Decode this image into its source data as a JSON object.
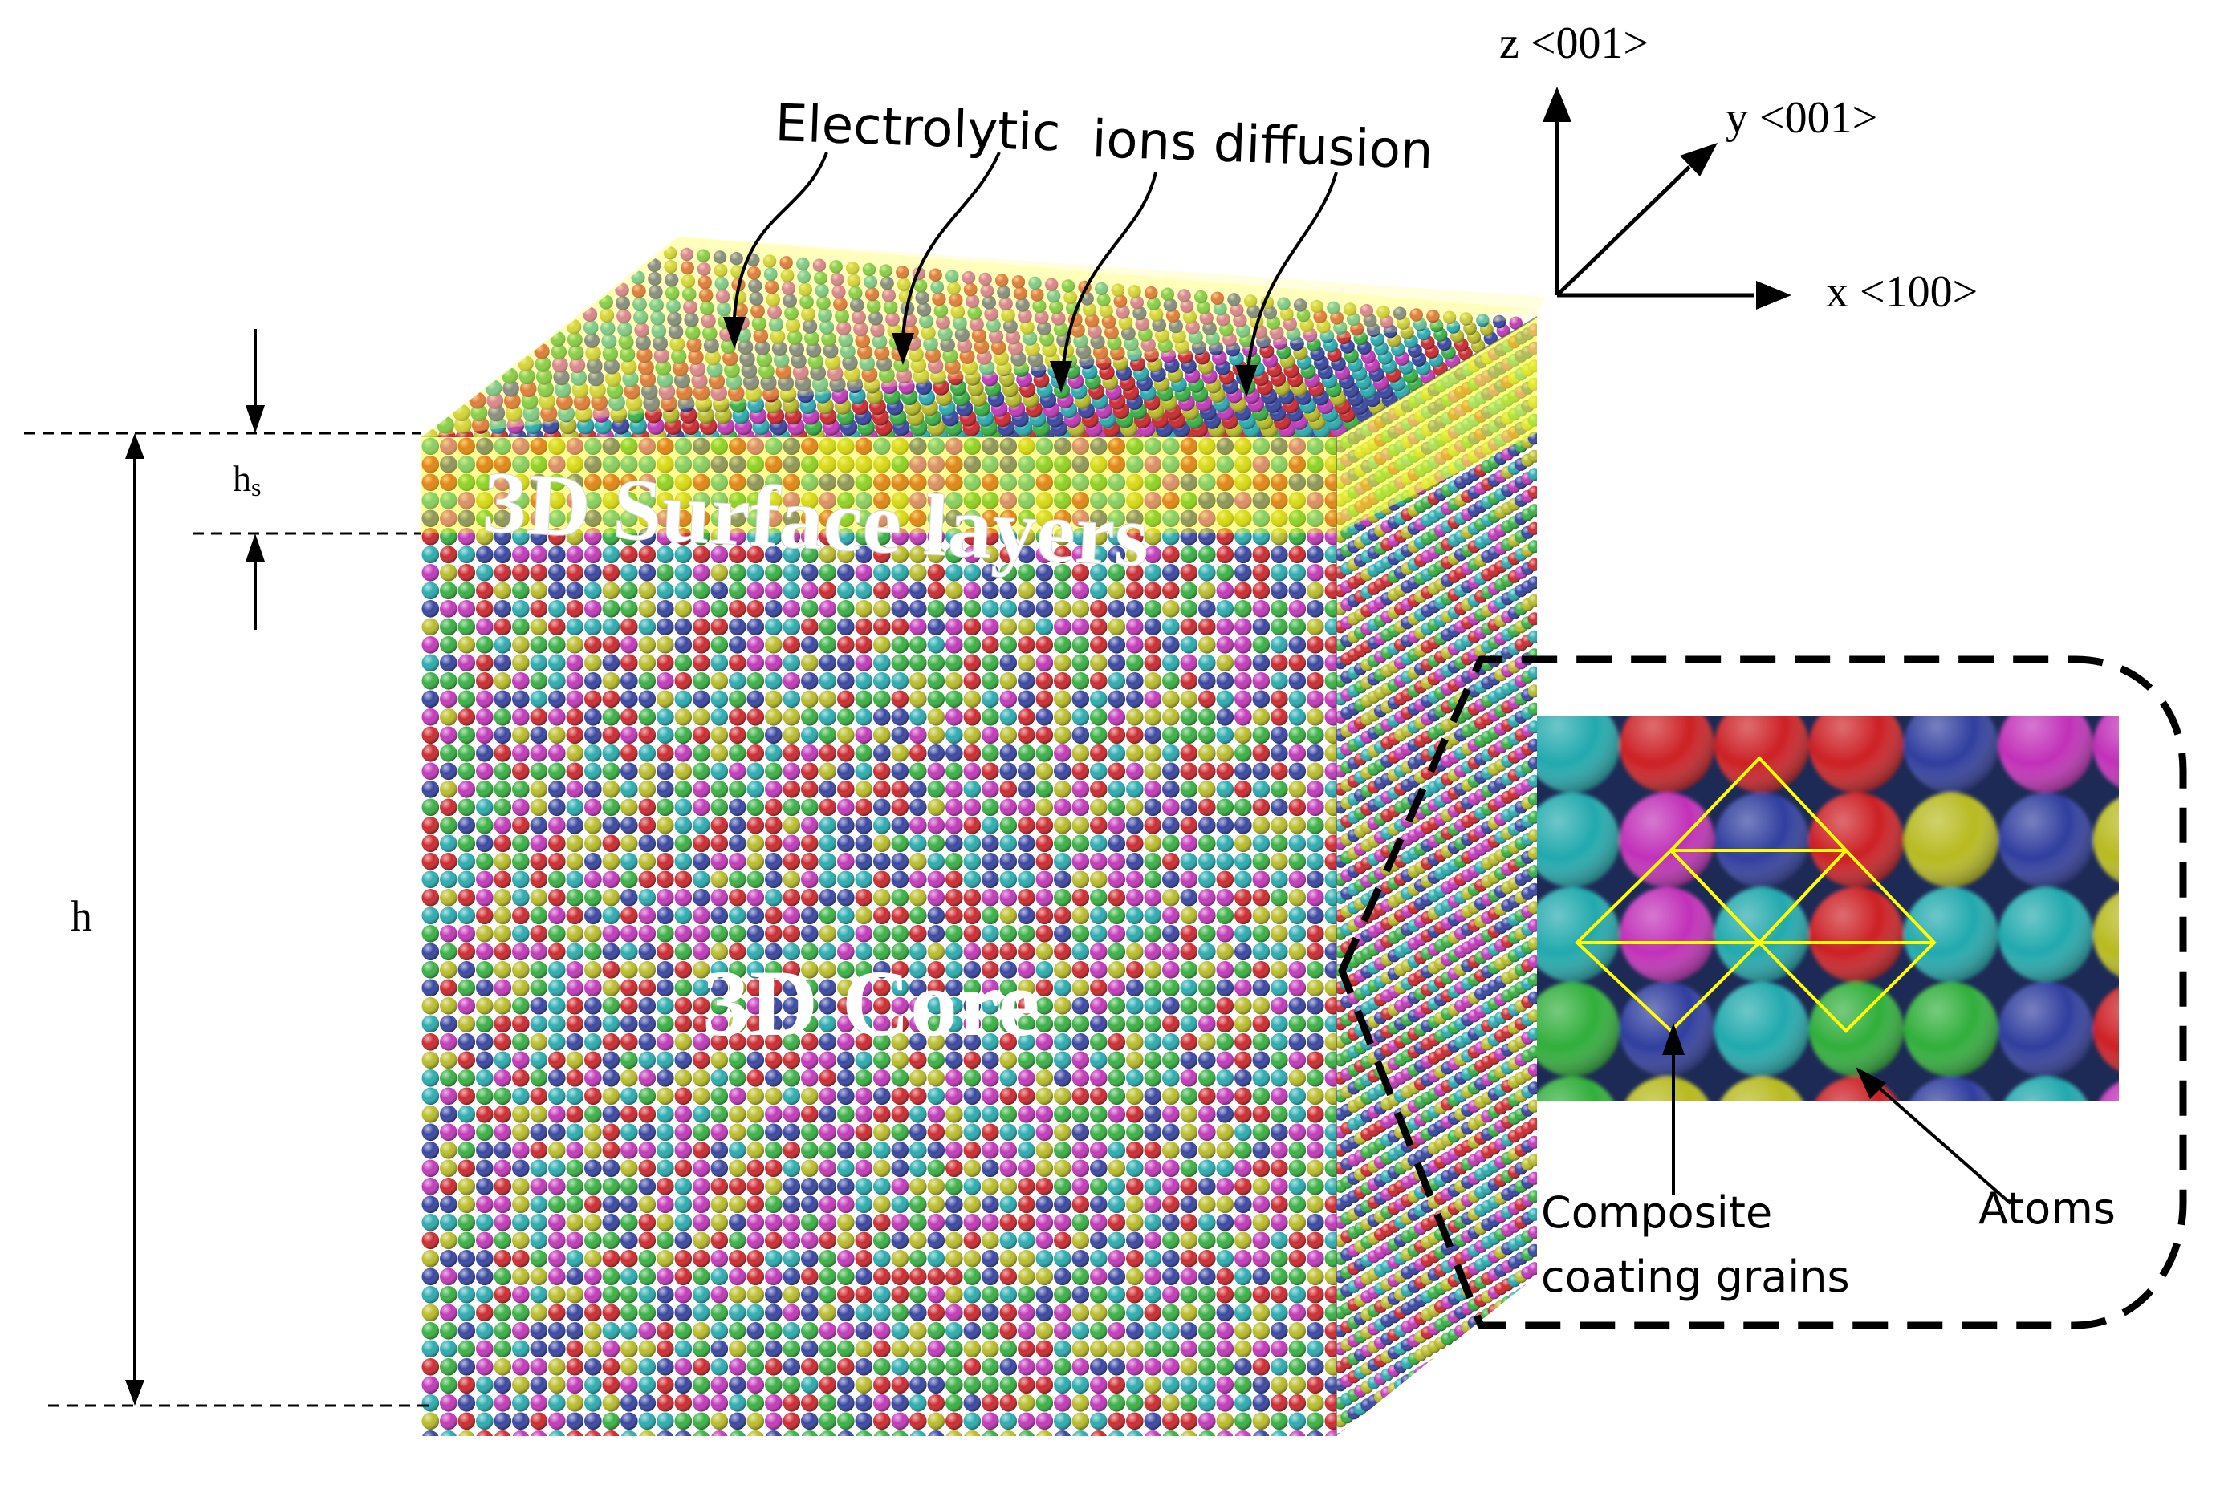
{
  "labels": {
    "electrolytic": "Electrolytic",
    "ions_diffusion": "ions diffusion",
    "surface_layers": "3D Surface layers",
    "core": "3D Core",
    "hs_main": "h",
    "hs_sub": "s",
    "h": "h",
    "composite_line1": "Composite",
    "composite_line2": "coating grains",
    "atoms": "Atoms"
  },
  "axes": {
    "z": "z <001>",
    "y": "y <001>",
    "x": "x <100>"
  },
  "atom_palette": [
    "#cc1f24",
    "#2f3d9e",
    "#20a9ad",
    "#c12fb8",
    "#2fae3a",
    "#b7ba1e"
  ],
  "highlight_color": "#ffff00"
}
